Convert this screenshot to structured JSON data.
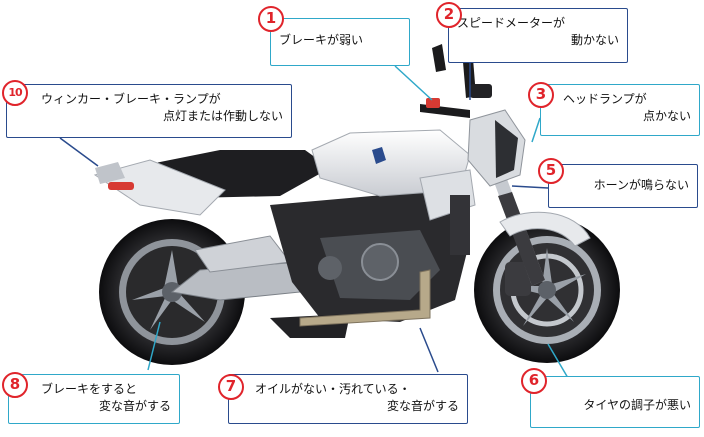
{
  "callouts": [
    {
      "num": "1",
      "lines": [
        "ブレーキが弱い"
      ]
    },
    {
      "num": "2",
      "lines": [
        "スピードメーターが",
        "動かない"
      ]
    },
    {
      "num": "3",
      "lines": [
        "ヘッドランプが",
        "点かない"
      ]
    },
    {
      "num": "5",
      "lines": [
        "ホーンが鳴らない"
      ]
    },
    {
      "num": "6",
      "lines": [
        "タイヤの調子が悪い"
      ]
    },
    {
      "num": "7",
      "lines": [
        "オイルがない・汚れている・",
        "変な音がする"
      ]
    },
    {
      "num": "8",
      "lines": [
        "ブレーキをすると",
        "変な音がする"
      ]
    },
    {
      "num": "10",
      "lines": [
        "ウィンカー・ブレーキ・ランプが",
        "点灯または作動しない"
      ]
    }
  ],
  "colors": {
    "badge_red": "#e0242b",
    "border_blue": "#2a4b8d",
    "border_cyan": "#2fa8c9",
    "bike_white": "#f2f3f5",
    "bike_black": "#1b1b1d"
  }
}
